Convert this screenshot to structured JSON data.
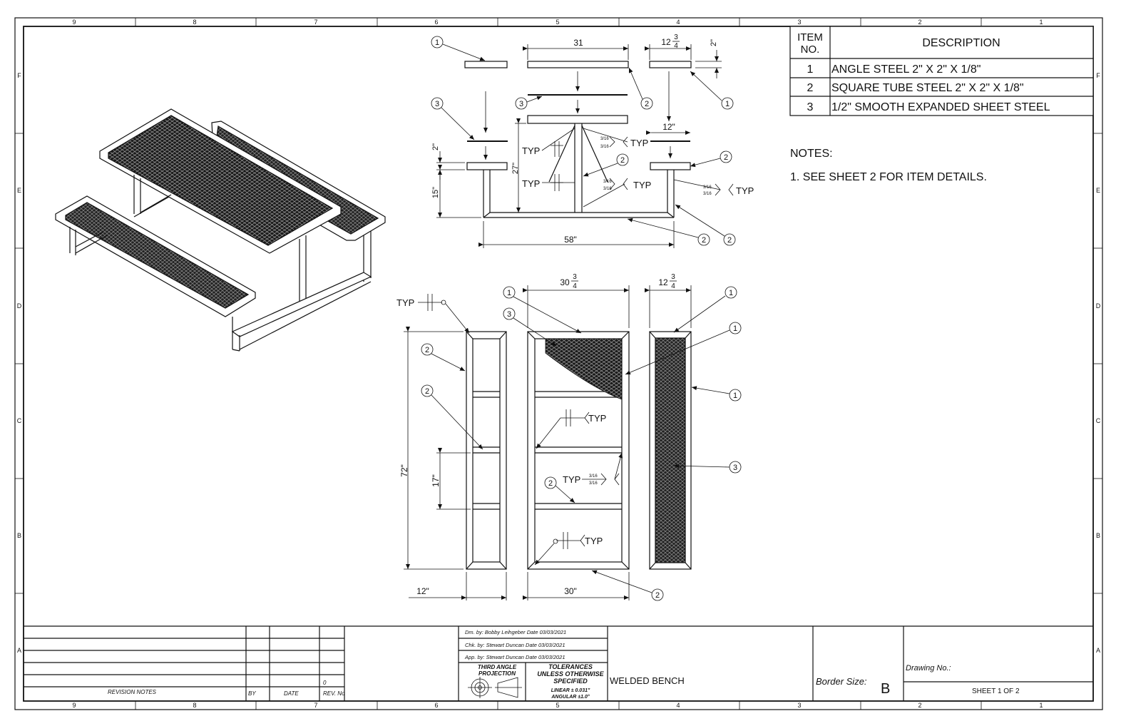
{
  "zones": {
    "columns_top": [
      "9",
      "8",
      "7",
      "6",
      "5",
      "4",
      "3",
      "2",
      "1"
    ],
    "columns_bottom": [
      "9",
      "8",
      "7",
      "6",
      "5",
      "4",
      "3",
      "2",
      "1"
    ],
    "rows_left": [
      "F",
      "E",
      "D",
      "C",
      "B",
      "A"
    ],
    "rows_right": [
      "F",
      "E",
      "D",
      "C",
      "B",
      "A"
    ]
  },
  "bom": {
    "header_item": [
      "ITEM",
      "NO."
    ],
    "header_desc": "DESCRIPTION",
    "rows": [
      {
        "no": "1",
        "desc": "ANGLE STEEL 2\" X 2\" X 1/8\""
      },
      {
        "no": "2",
        "desc": "SQUARE TUBE STEEL 2\" X 2\" X 1/8\""
      },
      {
        "no": "3",
        "desc": "1/2\" SMOOTH EXPANDED SHEET STEEL"
      }
    ]
  },
  "notes": {
    "title": "NOTES:",
    "items": [
      "1. SEE SHEET 2 FOR ITEM DETAILS."
    ]
  },
  "front_view": {
    "dims": {
      "top_width": "31",
      "bench_width": "12",
      "bench_frac_num": "3",
      "bench_frac_den": "4",
      "angle_h": "2\"",
      "seat_w": "12\"",
      "seat_t": "2\"",
      "table_h": "27\"",
      "seat_h": "15\"",
      "base_w": "58\""
    },
    "balloons": [
      "1",
      "1",
      "2",
      "3",
      "3",
      "2",
      "2",
      "2",
      "2"
    ],
    "typ": [
      "TYP",
      "TYP",
      "TYP",
      "TYP",
      "TYP"
    ],
    "weld_sizes": [
      "3/16",
      "3/16",
      "3/16",
      "3/16",
      "3/16",
      "3/16"
    ]
  },
  "top_view": {
    "dims": {
      "top_w_whole": "30",
      "top_w_num": "3",
      "top_w_den": "4",
      "bench_w_whole": "12",
      "bench_w_num": "3",
      "bench_w_den": "4",
      "length": "72\"",
      "spacing": "17\"",
      "seat_w": "12\"",
      "table_w": "30\""
    },
    "balloons": [
      "1",
      "3",
      "1",
      "1",
      "1",
      "2",
      "2",
      "2",
      "3",
      "2"
    ],
    "typ": [
      "TYP",
      "TYP",
      "TYP",
      "TYP"
    ],
    "weld_sizes": [
      "3/16",
      "3/16"
    ]
  },
  "title_block": {
    "revision_notes": "REVISION NOTES",
    "by": "BY",
    "date": "DATE",
    "rev_no": "REV. No",
    "rev_value": "0",
    "drawn": "Dm. by: Bobby Leihgeber Date 03/03/2021",
    "checked": "Chk. by: Stewart Duncan  Date 03/03/2021",
    "approved": "App. by: Stewart Duncan  Date 03/03/2021",
    "projection": [
      "THIRD ANGLE",
      "PROJECTION"
    ],
    "tolerances": [
      "TOLERANCES",
      "UNLESS OTHERWISE",
      "SPECIFIED"
    ],
    "linear": "LINEAR ± 0.031\"",
    "angular": "ANGULAR ±1.0°",
    "title": "WELDED BENCH",
    "border_size_label": "Border Size:",
    "border_size": "B",
    "drawing_no_label": "Drawing No.:",
    "sheet": "SHEET  1 OF 2"
  }
}
